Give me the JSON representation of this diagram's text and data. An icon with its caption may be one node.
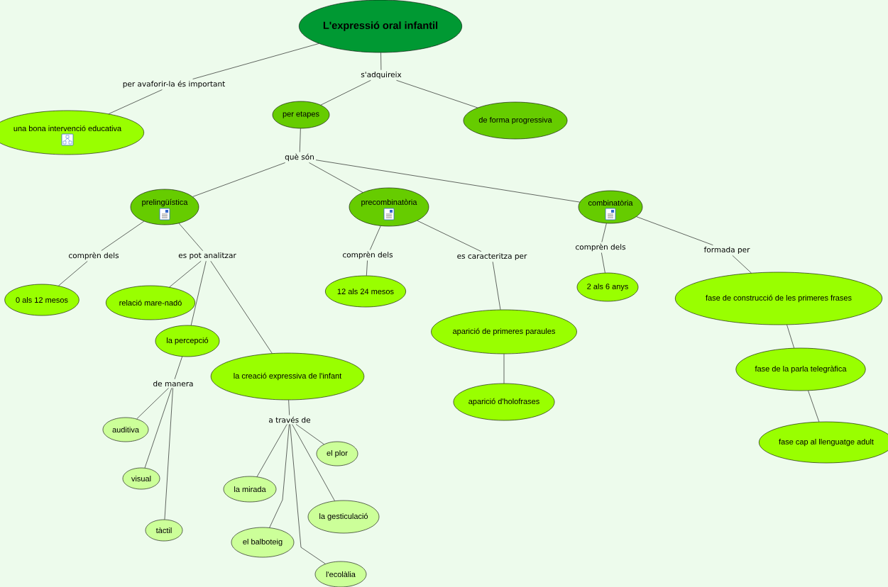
{
  "diagram": {
    "nodes": [
      {
        "text": [
          "L'expressió oral infantil"
        ]
      },
      {
        "text": [
          "per avaforir-la és important"
        ]
      },
      {
        "text": [
          "s'adquireix"
        ]
      },
      {
        "text": [
          "una bona intervenció educativa"
        ]
      },
      {
        "text": [
          "per etapes"
        ]
      },
      {
        "text": [
          "de forma progressiva"
        ]
      },
      {
        "text": [
          "què són"
        ]
      },
      {
        "text": [
          "prelingüística"
        ]
      },
      {
        "text": [
          "precombinatòria"
        ]
      },
      {
        "text": [
          "combinatòria"
        ]
      },
      {
        "text": [
          "comprèn dels"
        ]
      },
      {
        "text": [
          "es pot analitzar"
        ]
      },
      {
        "text": [
          "0 als 12 mesos"
        ]
      },
      {
        "text": [
          "relació mare-nadó"
        ]
      },
      {
        "text": [
          "la percepció"
        ]
      },
      {
        "text": [
          "la creació expressiva de l'infant"
        ]
      },
      {
        "text": [
          "de manera"
        ]
      },
      {
        "text": [
          "auditiva"
        ]
      },
      {
        "text": [
          "visual"
        ]
      },
      {
        "text": [
          "tàctil"
        ]
      },
      {
        "text": [
          "a través de"
        ]
      },
      {
        "text": [
          "el plor"
        ]
      },
      {
        "text": [
          "la mirada"
        ]
      },
      {
        "text": [
          "la gesticulació"
        ]
      },
      {
        "text": [
          "el balboteig"
        ]
      },
      {
        "text": [
          "l'ecolàlia"
        ]
      },
      {
        "text": [
          "comprèn dels"
        ]
      },
      {
        "text": [
          "12 als 24 mesos"
        ]
      },
      {
        "text": [
          "es caracteritza per"
        ]
      },
      {
        "text": [
          "aparició de primeres paraules"
        ]
      },
      {
        "text": [
          "aparició d'holofrases"
        ]
      },
      {
        "text": [
          "comprèn dels"
        ]
      },
      {
        "text": [
          "2 als 6 anys"
        ]
      },
      {
        "text": [
          "formada per"
        ]
      },
      {
        "text": [
          "fase de construcció de les primeres frases"
        ]
      },
      {
        "text": [
          "fase de la parla telegràfica"
        ]
      },
      {
        "text": [
          "fase cap al llenguatge adult"
        ]
      }
    ],
    "edges": [
      {
        "from": 0,
        "to": 1,
        "arrow": "none"
      },
      {
        "from": 1,
        "to": 3,
        "arrow": "none"
      },
      {
        "from": 0,
        "to": 2,
        "arrow": "none"
      },
      {
        "from": 2,
        "to": 4,
        "arrow": "none"
      },
      {
        "from": 2,
        "to": 5,
        "arrow": "none"
      },
      {
        "from": 4,
        "to": 6,
        "arrow": "none"
      },
      {
        "from": 6,
        "to": 7,
        "arrow": "none"
      },
      {
        "from": 6,
        "to": 8,
        "arrow": "none"
      },
      {
        "from": 6,
        "to": 9,
        "arrow": "none"
      },
      {
        "from": 7,
        "to": 10,
        "arrow": "none"
      },
      {
        "from": 10,
        "to": 12,
        "arrow": "none"
      },
      {
        "from": 7,
        "to": 11,
        "arrow": "none"
      },
      {
        "from": 11,
        "to": 13,
        "arrow": "none"
      },
      {
        "from": 11,
        "to": 14,
        "arrow": "none"
      },
      {
        "from": 11,
        "to": 15,
        "arrow": "none"
      },
      {
        "from": 14,
        "to": 16,
        "arrow": "none"
      },
      {
        "from": 16,
        "to": 17,
        "arrow": "none"
      },
      {
        "from": 16,
        "to": 18,
        "arrow": "none"
      },
      {
        "from": 16,
        "to": 19,
        "arrow": "none"
      },
      {
        "from": 15,
        "to": 20,
        "arrow": "none"
      },
      {
        "from": 20,
        "to": 21,
        "arrow": "none"
      },
      {
        "from": 20,
        "to": 22,
        "arrow": "none"
      },
      {
        "from": 20,
        "to": 23,
        "arrow": "none"
      },
      {
        "from": 20,
        "to": 24,
        "arrow": "none"
      },
      {
        "from": 20,
        "to": 25,
        "arrow": "none"
      },
      {
        "from": 8,
        "to": 26,
        "arrow": "none"
      },
      {
        "from": 26,
        "to": 27,
        "arrow": "none"
      },
      {
        "from": 8,
        "to": 28,
        "arrow": "none"
      },
      {
        "from": 28,
        "to": 29,
        "arrow": "none"
      },
      {
        "from": 29,
        "to": 30,
        "arrow": "none"
      },
      {
        "from": 9,
        "to": 31,
        "arrow": "none"
      },
      {
        "from": 31,
        "to": 32,
        "arrow": "none"
      },
      {
        "from": 9,
        "to": 33,
        "arrow": "none"
      },
      {
        "from": 33,
        "to": 34,
        "arrow": "none"
      },
      {
        "from": 34,
        "to": 35,
        "arrow": "none"
      },
      {
        "from": 35,
        "to": 36,
        "arrow": "none"
      }
    ]
  }
}
